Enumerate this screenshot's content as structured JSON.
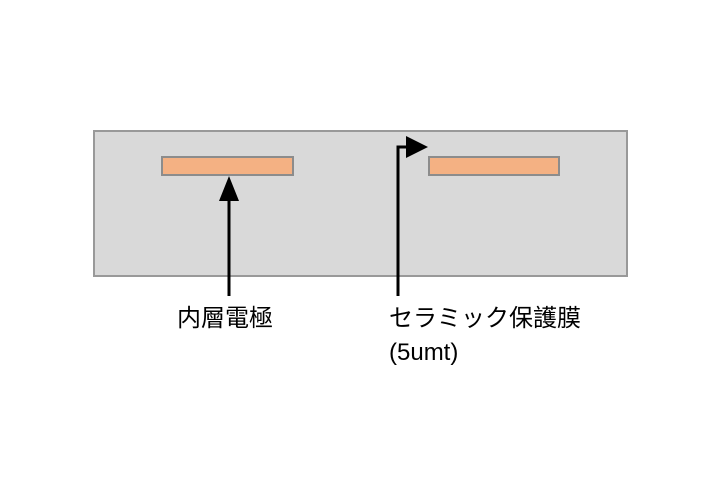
{
  "diagram": {
    "title": "ceramic-protective-film-cross-section",
    "labels": {
      "inner_electrode": "内層電極",
      "ceramic_film_line1": "セラミック保護膜",
      "ceramic_film_line2": "(5umt)"
    },
    "colors": {
      "background": "#ffffff",
      "body_fill": "#d9d9d9",
      "body_border": "#999999",
      "electrode_fill": "#f4b183",
      "electrode_border": "#8c8c8c",
      "arrow": "#000000"
    }
  }
}
